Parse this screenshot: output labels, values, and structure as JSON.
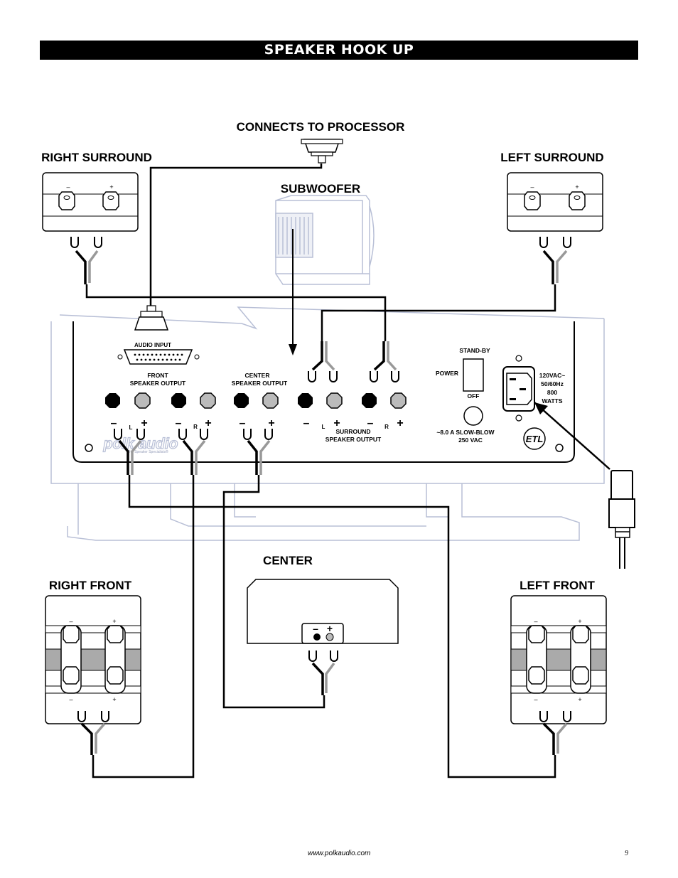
{
  "page": {
    "title": "SPEAKER HOOK UP",
    "footer_url": "www.polkaudio.com",
    "page_number": "9"
  },
  "labels": {
    "connects_to_processor": "CONNECTS TO PROCESSOR",
    "right_surround": "RIGHT SURROUND",
    "left_surround": "LEFT SURROUND",
    "subwoofer": "SUBWOOFER",
    "center": "CENTER",
    "right_front": "RIGHT FRONT",
    "left_front": "LEFT FRONT"
  },
  "panel": {
    "audio_input": "AUDIO INPUT",
    "front_output_line1": "FRONT",
    "front_output_line2": "SPEAKER OUTPUT",
    "center_output_line1": "CENTER",
    "center_output_line2": "SPEAKER OUTPUT",
    "surround_output_line1": "SURROUND",
    "surround_output_line2": "SPEAKER OUTPUT",
    "standby": "STAND-BY",
    "power": "POWER",
    "off": "OFF",
    "fuse_line1": "~8.0 A SLOW-BLOW",
    "fuse_line2": "250 VAC",
    "mains_line1": "120VAC~",
    "mains_line2": "50/60Hz",
    "mains_line3": "800",
    "mains_line4": "WATTS",
    "logo": "polk audio",
    "logo_tagline": "The Speaker Specialists®",
    "left": "L",
    "right": "R",
    "minus": "–",
    "plus": "+"
  },
  "colors": {
    "title_bar": "#000000",
    "outline_light": "#b8bfd6",
    "wire_gray": "#999999",
    "terminal_gray": "#bbbbbb"
  }
}
